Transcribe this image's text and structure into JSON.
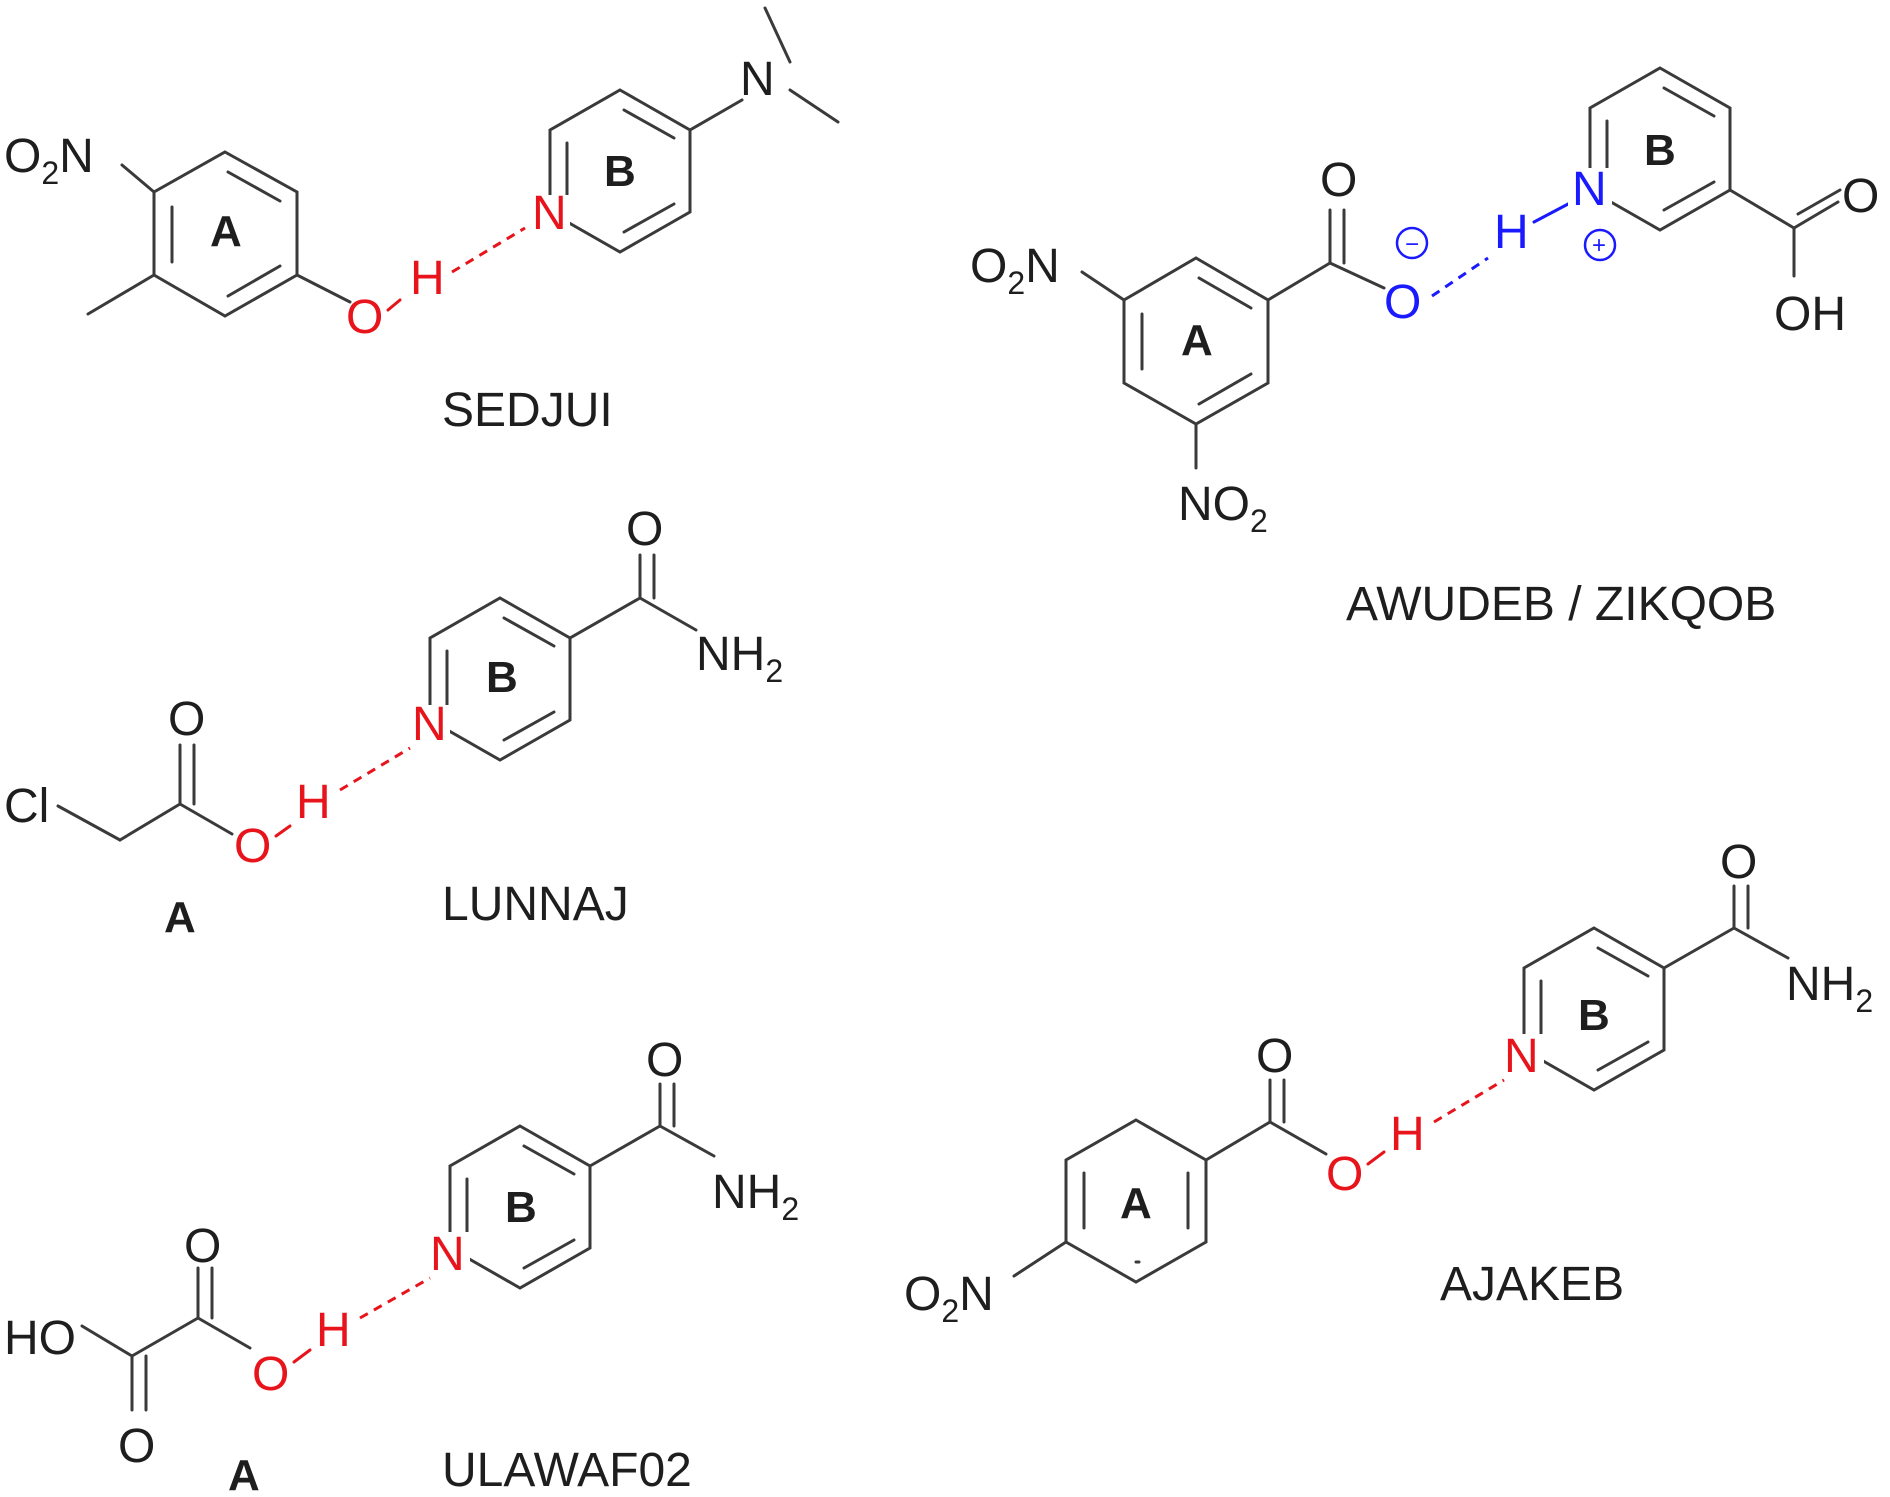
{
  "structures": [
    {
      "code": "SEDJUI",
      "atoms": {
        "nitro_prefix": "O",
        "nitro_sub": "2",
        "nitro_suffix": "N",
        "o": "O",
        "h": "H",
        "n_ring": "N",
        "n_amine": "N"
      },
      "rings": {
        "a": "A",
        "b": "B"
      }
    },
    {
      "code": "AWUDEB / ZIKQOB",
      "atoms": {
        "nitro1_prefix": "O",
        "nitro1_sub": "2",
        "nitro1_suffix": "N",
        "nitro2_prefix": "NO",
        "nitro2_sub": "2",
        "carbonyl_o": "O",
        "o_minus": "O",
        "h": "H",
        "n_plus": "N",
        "acid_o": "O",
        "acid_oh": "OH",
        "minus": "−",
        "plus": "+"
      },
      "rings": {
        "a": "A",
        "b": "B"
      }
    },
    {
      "code": "LUNNAJ",
      "atoms": {
        "cl": "Cl",
        "carbonyl_o": "O",
        "o": "O",
        "h": "H",
        "n_ring": "N",
        "amide_o": "O",
        "nh2_prefix": "NH",
        "nh2_sub": "2"
      },
      "rings": {
        "a": "A",
        "b": "B"
      }
    },
    {
      "code": "ULAWAF02",
      "atoms": {
        "ho": "HO",
        "o_top": "O",
        "o_bottom": "O",
        "o": "O",
        "h": "H",
        "n_ring": "N",
        "amide_o": "O",
        "nh2_prefix": "NH",
        "nh2_sub": "2"
      },
      "rings": {
        "a": "A",
        "b": "B"
      }
    },
    {
      "code": "AJAKEB",
      "atoms": {
        "nitro_prefix": "O",
        "nitro_sub": "2",
        "nitro_suffix": "N",
        "carbonyl_o": "O",
        "o": "O",
        "h": "H",
        "n_ring": "N",
        "amide_o": "O",
        "nh2_prefix": "NH",
        "nh2_sub": "2"
      },
      "rings": {
        "a": "A",
        "b": "B"
      }
    }
  ],
  "colors": {
    "hbond_neutral": "#e8141c",
    "hbond_ionic": "#1a1aff",
    "bond": "#3a3a3a"
  }
}
